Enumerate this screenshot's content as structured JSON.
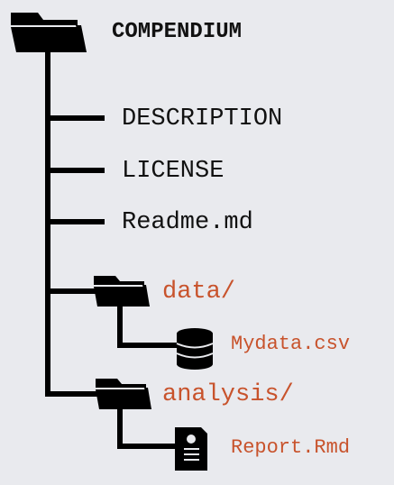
{
  "root": {
    "name": "COMPENDIUM"
  },
  "files": [
    {
      "name": "DESCRIPTION"
    },
    {
      "name": "LICENSE"
    },
    {
      "name": "Readme.md"
    }
  ],
  "folders": [
    {
      "name": "data/",
      "child": {
        "name": "Mydata.csv",
        "icon": "database-icon"
      }
    },
    {
      "name": "analysis/",
      "child": {
        "name": "Report.Rmd",
        "icon": "report-document-icon"
      }
    }
  ],
  "colors": {
    "background": "#e9eaee",
    "line": "#000000",
    "text": "#111111",
    "accent": "#c8532c"
  }
}
